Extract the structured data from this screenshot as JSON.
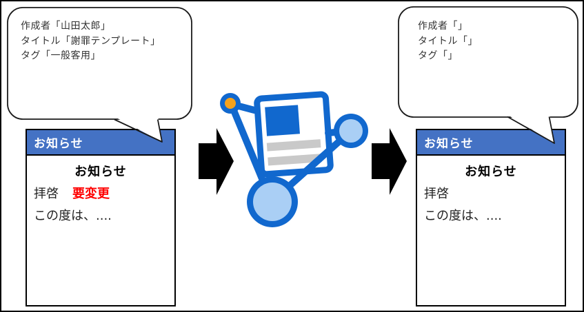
{
  "left_bubble": {
    "lines": [
      "作成者「山田太郎」",
      "タイトル「謝罪テンプレート」",
      "タグ「一般客用」"
    ]
  },
  "right_bubble": {
    "lines": [
      "作成者「」",
      "タイトル「」",
      "タグ「」"
    ]
  },
  "left_window": {
    "title_bar": "お知らせ",
    "heading": "お知らせ",
    "greeting": "拝啓",
    "change_note": "要変更",
    "body_line": "この度は、...."
  },
  "right_window": {
    "title_bar": "お知らせ",
    "heading": "お知らせ",
    "greeting": "拝啓",
    "body_line": "この度は、...."
  },
  "icons": {
    "center_icon": "document-share-network-icon",
    "flow_arrows": "right-block-arrow"
  },
  "colors": {
    "window_header_blue": "#4472C4",
    "icon_blue": "#1168CE",
    "icon_light_blue": "#AACFF5",
    "icon_orange": "#F6A21C",
    "text_line_gray": "#C9C9C9",
    "annotation_red": "#FF0000",
    "arrow_black": "#000000"
  }
}
